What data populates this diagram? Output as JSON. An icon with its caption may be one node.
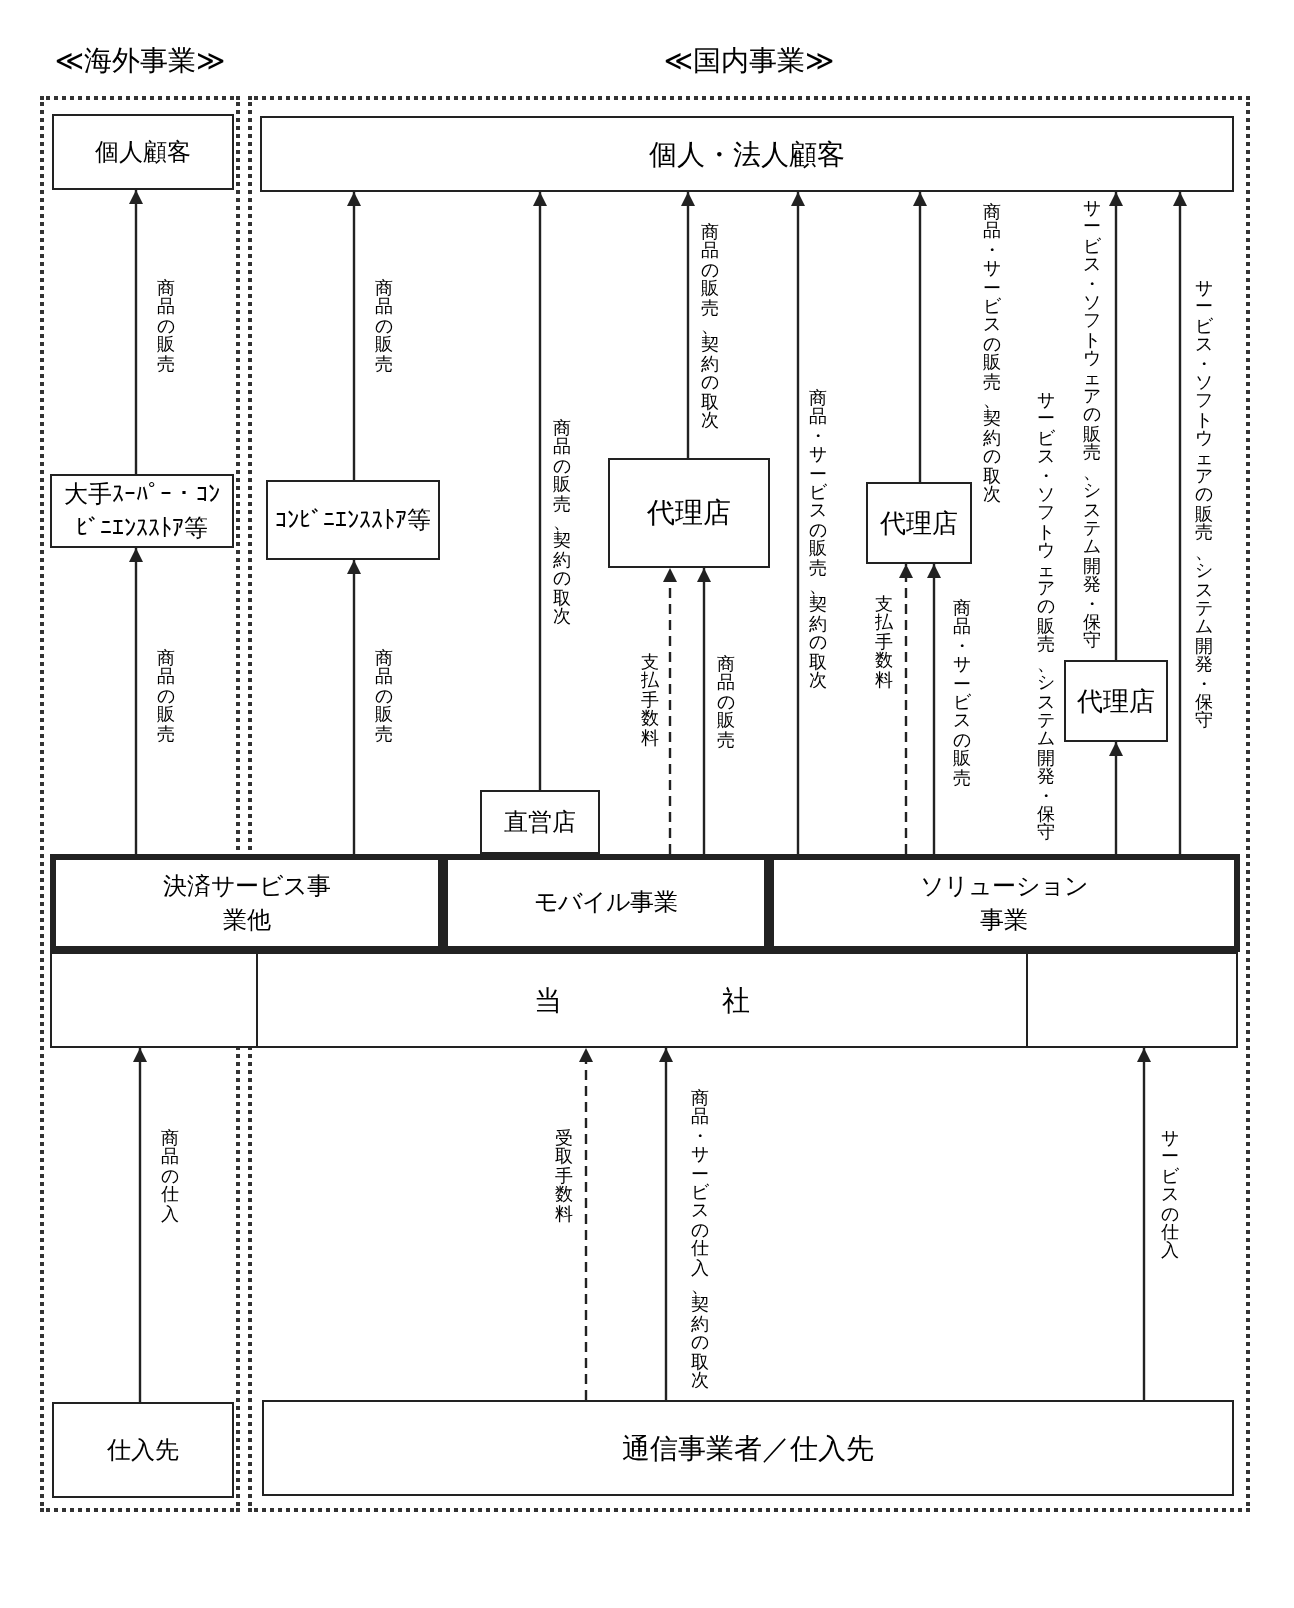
{
  "diagram": {
    "nodes": [
      {
        "text": [
          "≪海外事業≫"
        ]
      },
      {
        "text": [
          "≪国内事業≫"
        ]
      },
      {
        "text": [
          "個人顧客"
        ],
        "in": 0
      },
      {
        "text": [
          "個人・法人顧客"
        ],
        "in": 1
      },
      {
        "text": [
          "大手ｽｰﾊﾟｰ・ｺﾝﾋﾞﾆｴﾝｽｽﾄｱ等"
        ],
        "in": 0
      },
      {
        "text": [
          "ｺﾝﾋﾞﾆｴﾝｽｽﾄｱ等"
        ],
        "in": 1
      },
      {
        "text": [
          "代理店"
        ],
        "in": 1
      },
      {
        "text": [
          "代理店"
        ],
        "in": 1
      },
      {
        "text": [
          "代理店"
        ],
        "in": 1
      },
      {
        "text": [
          "直営店"
        ],
        "in": 1
      },
      {
        "text": [
          "決済サービス事業他"
        ]
      },
      {
        "text": [
          "モバイル事業"
        ],
        "in": 1
      },
      {
        "text": [
          "ソリューション事業"
        ],
        "in": 1
      },
      {
        "text": [],
        "shape": "box"
      },
      {
        "text": [
          "当社"
        ],
        "in": 1
      },
      {
        "text": [],
        "shape": "box",
        "in": 1
      },
      {
        "text": [
          "仕入先"
        ],
        "in": 0
      },
      {
        "text": [
          "通信事業者／仕入先"
        ],
        "in": 1
      }
    ],
    "edges": [
      {
        "from": 4,
        "to": 2,
        "arrow": "to",
        "label": "商品の販売"
      },
      {
        "from": 10,
        "to": 4,
        "arrow": "to",
        "label": "商品の販売"
      },
      {
        "from": 10,
        "to": 5,
        "arrow": "to",
        "label": "商品の販売"
      },
      {
        "from": 5,
        "to": 3,
        "arrow": "to",
        "label": "商品の販売"
      },
      {
        "from": 9,
        "to": 3,
        "arrow": "to",
        "label": "商品の販売、契約の取次"
      },
      {
        "from": 11,
        "to": 6,
        "arrow": "to",
        "label": "支払手数料",
        "style": "dashed"
      },
      {
        "from": 11,
        "to": 6,
        "arrow": "to",
        "label": "商品の販売"
      },
      {
        "from": 6,
        "to": 3,
        "arrow": "to",
        "label": "商品の販売、契約の取次"
      },
      {
        "from": 12,
        "to": 3,
        "arrow": "to",
        "label": "商品・サービスの販売、契約の取次"
      },
      {
        "from": 12,
        "to": 7,
        "arrow": "to",
        "label": "支払手数料",
        "style": "dashed"
      },
      {
        "from": 12,
        "to": 7,
        "arrow": "to",
        "label": "商品・サービスの販売"
      },
      {
        "from": 7,
        "to": 3,
        "arrow": "to",
        "label": "商品・サービスの販売、契約の取次"
      },
      {
        "from": 12,
        "to": 8,
        "arrow": "to",
        "label": "サービス・ソフトウェアの販売、システム開発・保守"
      },
      {
        "from": 8,
        "to": 3,
        "arrow": "to",
        "label": "サービス・ソフトウェアの販売、システム開発・保守"
      },
      {
        "from": 12,
        "to": 3,
        "arrow": "to",
        "label": "サービス・ソフトウェアの販売、システム開発・保守"
      },
      {
        "from": 16,
        "to": 13,
        "arrow": "to",
        "label": "商品の仕入"
      },
      {
        "from": 17,
        "to": 14,
        "arrow": "to",
        "label": "受取手数料",
        "style": "dashed"
      },
      {
        "from": 17,
        "to": 14,
        "arrow": "to",
        "label": "商品・サービスの仕入、契約の取次"
      },
      {
        "from": 17,
        "to": 15,
        "arrow": "to",
        "label": "サービスの仕入"
      }
    ]
  }
}
